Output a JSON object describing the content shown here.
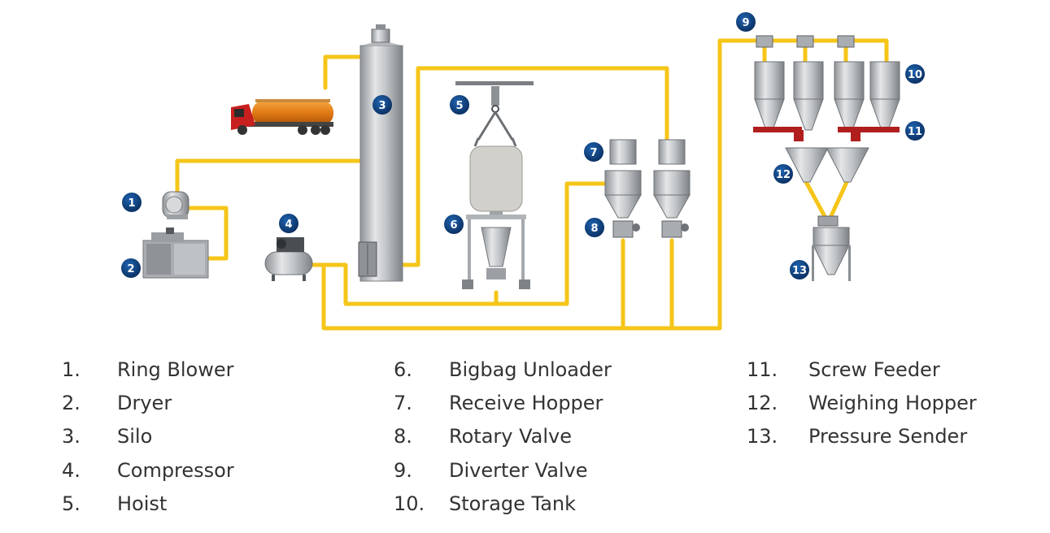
{
  "badges": [
    "1",
    "2",
    "3",
    "4",
    "5",
    "6",
    "7",
    "8",
    "9",
    "10",
    "11",
    "12",
    "13"
  ],
  "legend": {
    "column1": [
      {
        "num": "1.",
        "label": "Ring Blower"
      },
      {
        "num": "2.",
        "label": "Dryer"
      },
      {
        "num": "3.",
        "label": "Silo"
      },
      {
        "num": "4.",
        "label": "Compressor"
      },
      {
        "num": "5.",
        "label": "Hoist"
      }
    ],
    "column2": [
      {
        "num": "6.",
        "label": "Bigbag Unloader"
      },
      {
        "num": "7.",
        "label": "Receive Hopper"
      },
      {
        "num": "8.",
        "label": "Rotary Valve"
      },
      {
        "num": "9.",
        "label": "Diverter Valve"
      },
      {
        "num": "10.",
        "label": "Storage Tank"
      }
    ],
    "column3": [
      {
        "num": "11.",
        "label": "Screw Feeder"
      },
      {
        "num": "12.",
        "label": "Weighing Hopper"
      },
      {
        "num": "13.",
        "label": "Pressure Sender"
      }
    ]
  },
  "colors": {
    "pipe": "#F5C518",
    "badge": "#0D3F7A",
    "equipment": "#C9CCCF",
    "truck_cab": "#C8201E",
    "truck_tank": "#E8861C",
    "screw_feeder": "#B01E1E",
    "text": "#333333"
  },
  "icons": [
    "ring-blower",
    "dryer",
    "silo",
    "compressor",
    "hoist",
    "bigbag-unloader",
    "receive-hopper",
    "rotary-valve",
    "diverter-valve",
    "storage-tank",
    "screw-feeder",
    "weighing-hopper",
    "pressure-sender",
    "tanker-truck"
  ]
}
